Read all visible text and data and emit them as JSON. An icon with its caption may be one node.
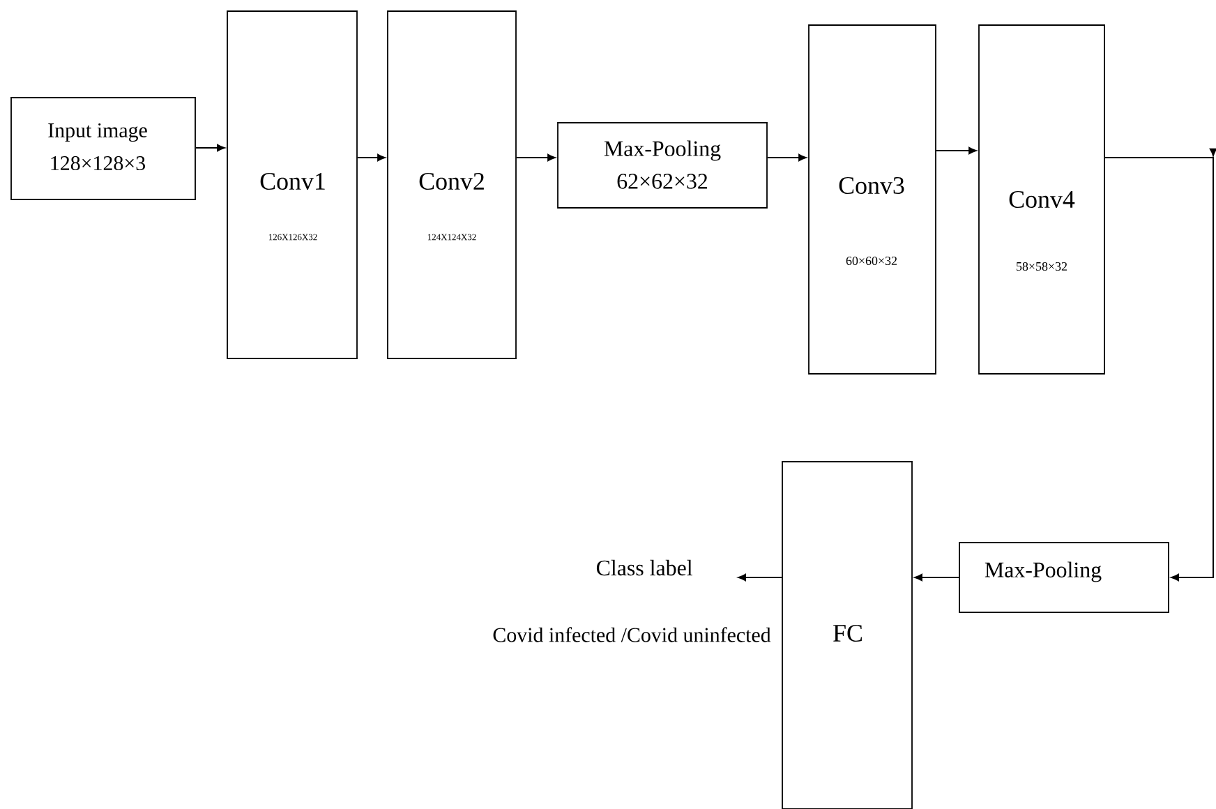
{
  "diagram": {
    "nodes": [
      {
        "text": [
          "Input image",
          "128×128×3"
        ]
      },
      {
        "text": [
          "Conv1",
          "126X126X32"
        ]
      },
      {
        "text": [
          "Conv2",
          "124X124X32"
        ]
      },
      {
        "text": [
          "Max-Pooling",
          "62×62×32"
        ]
      },
      {
        "text": [
          "Conv3",
          "60×60×32"
        ]
      },
      {
        "text": [
          "Conv4",
          "58×58×32"
        ]
      },
      {
        "text": [
          "Max-Pooling"
        ]
      },
      {
        "text": [
          "FC"
        ]
      },
      {
        "text": [
          "Class label",
          "Covid infected /Covid uninfected"
        ]
      }
    ],
    "edges": [
      {
        "from": 0,
        "to": 1,
        "arrow": "to"
      },
      {
        "from": 1,
        "to": 2,
        "arrow": "to"
      },
      {
        "from": 2,
        "to": 3,
        "arrow": "to"
      },
      {
        "from": 3,
        "to": 4,
        "arrow": "to"
      },
      {
        "from": 4,
        "to": 5,
        "arrow": "to"
      },
      {
        "from": 5,
        "to": 6,
        "arrow": "to"
      },
      {
        "from": 6,
        "to": 7,
        "arrow": "to"
      },
      {
        "from": 7,
        "to": 8,
        "arrow": "to"
      }
    ]
  }
}
